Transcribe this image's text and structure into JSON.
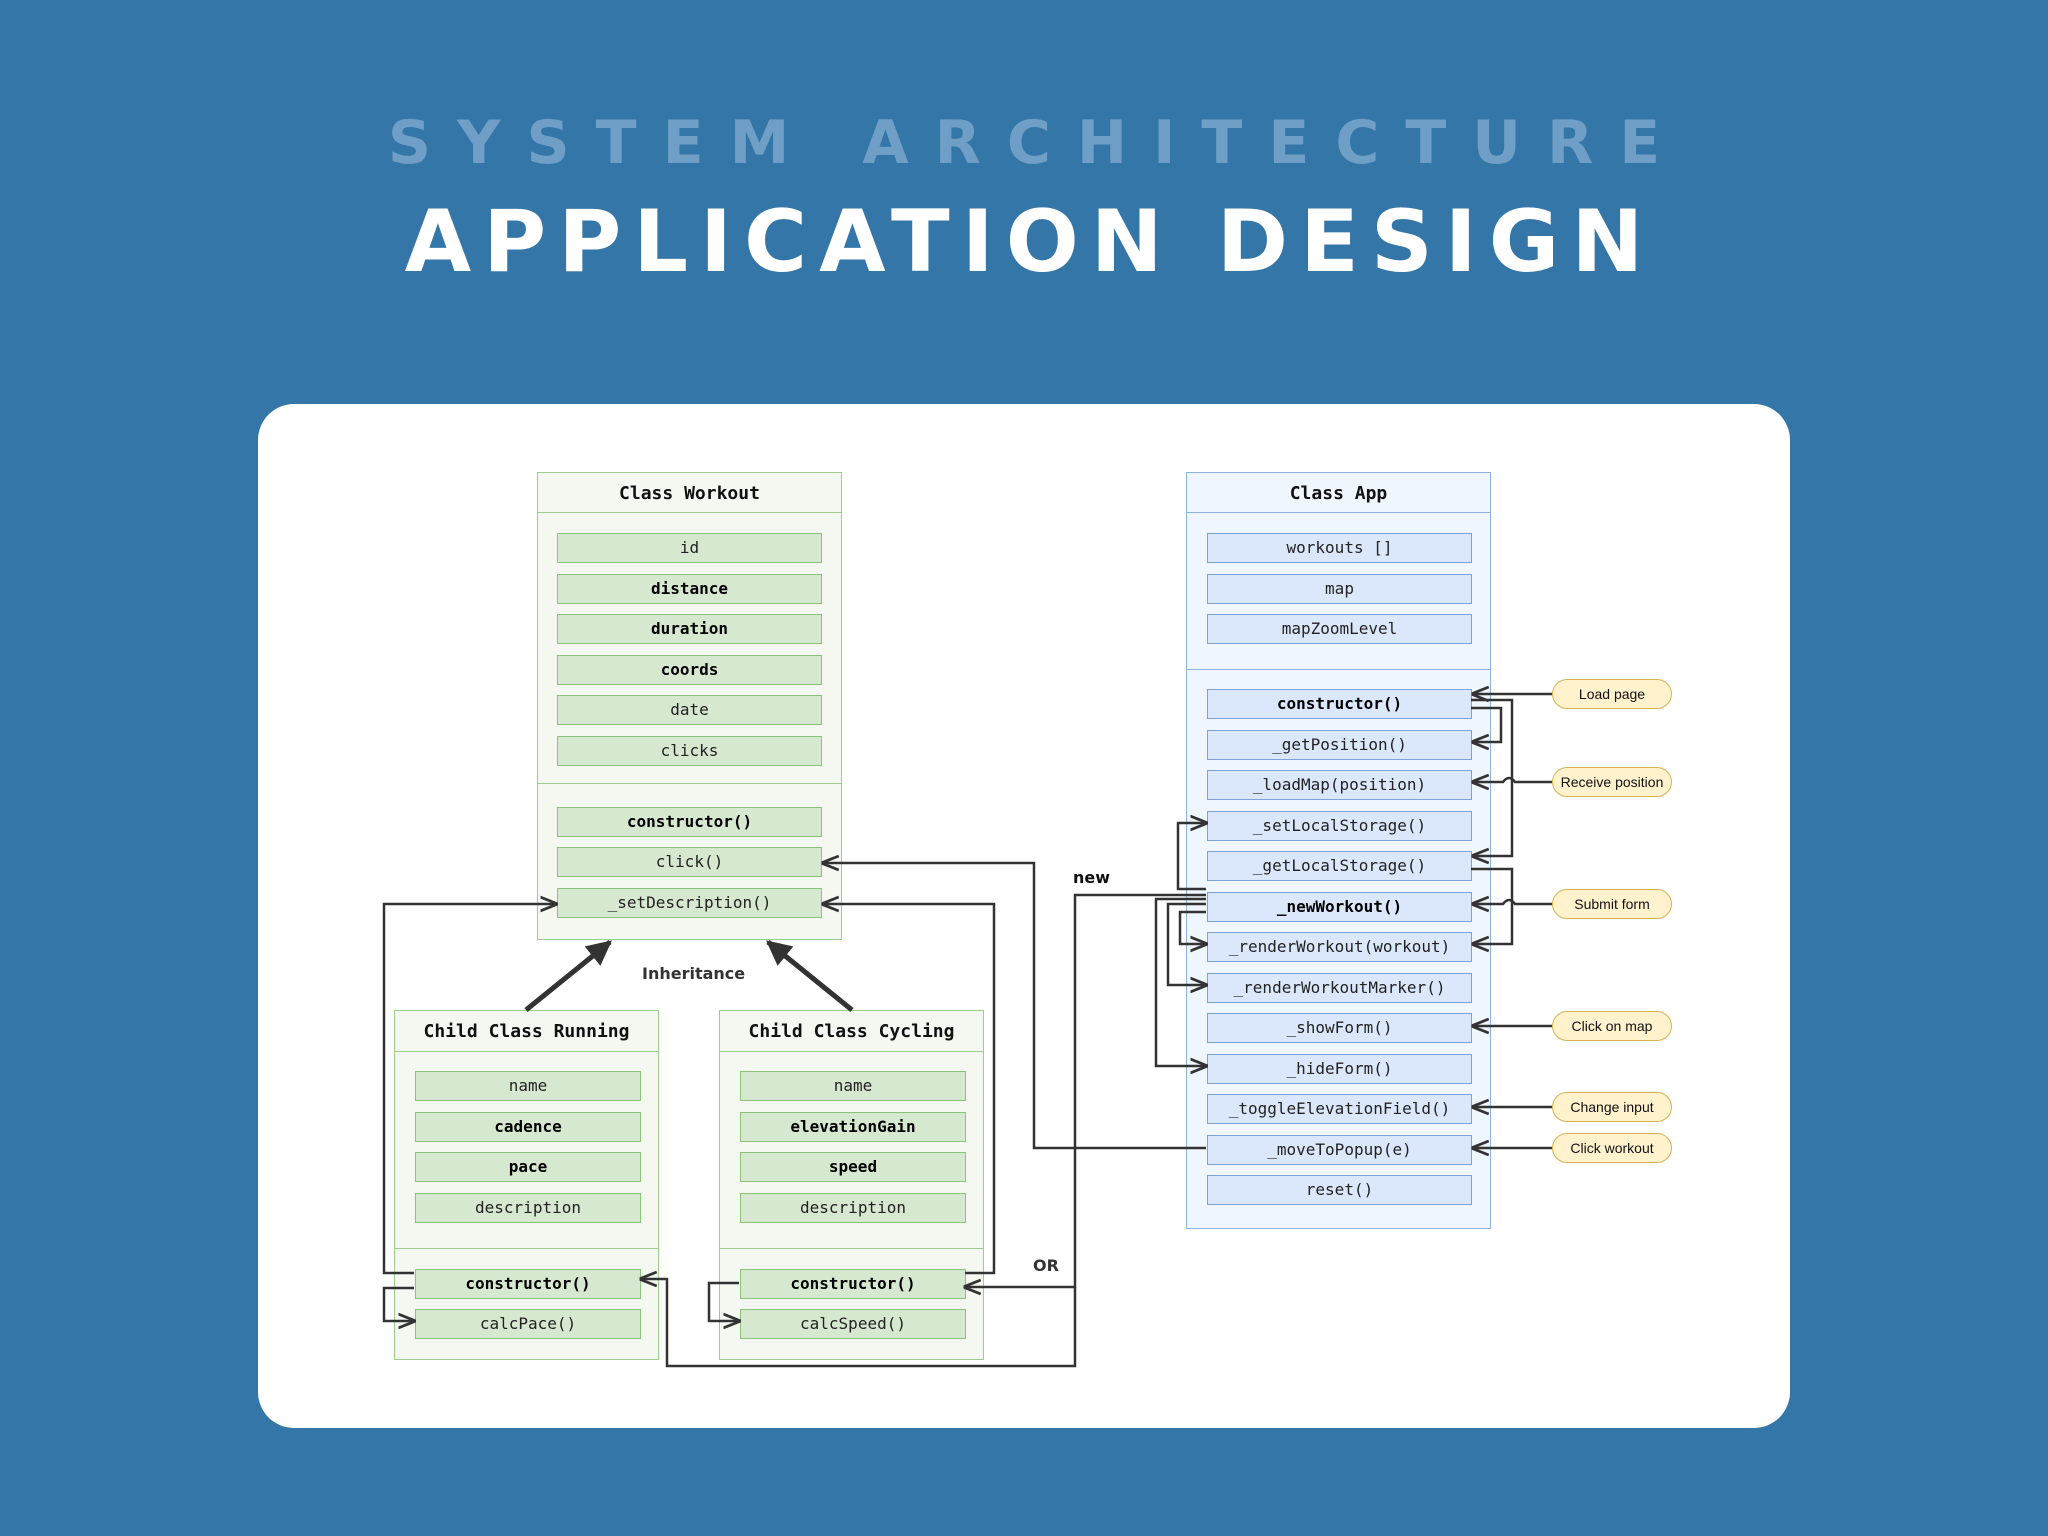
{
  "header": {
    "subtitle": "SYSTEM ARCHITECTURE",
    "title": "APPLICATION DESIGN"
  },
  "diagram": {
    "workout": {
      "title": "Class Workout",
      "fields": [
        "id",
        "distance",
        "duration",
        "coords",
        "date",
        "clicks"
      ],
      "methods": [
        "constructor()",
        "click()",
        "_setDescription()"
      ]
    },
    "running": {
      "title": "Child Class Running",
      "fields": [
        "name",
        "cadence",
        "pace",
        "description"
      ],
      "methods": [
        "constructor()",
        "calcPace()"
      ]
    },
    "cycling": {
      "title": "Child Class Cycling",
      "fields": [
        "name",
        "elevationGain",
        "speed",
        "description"
      ],
      "methods": [
        "constructor()",
        "calcSpeed()"
      ]
    },
    "app": {
      "title": "Class App",
      "fields": [
        "workouts []",
        "map",
        "mapZoomLevel"
      ],
      "methods": [
        "constructor()",
        "_getPosition()",
        "_loadMap(position)",
        "_setLocalStorage()",
        "_getLocalStorage()",
        "_newWorkout()",
        "_renderWorkout(workout)",
        "_renderWorkoutMarker()",
        "_showForm()",
        "_hideForm()",
        "_toggleElevationField()",
        "_moveToPopup(e)",
        "reset()"
      ]
    },
    "events": [
      "Load page",
      "Receive position",
      "Submit form",
      "Click on map",
      "Change input",
      "Click workout"
    ],
    "labels": {
      "inheritance": "Inheritance",
      "new": "new",
      "or": "OR"
    }
  }
}
